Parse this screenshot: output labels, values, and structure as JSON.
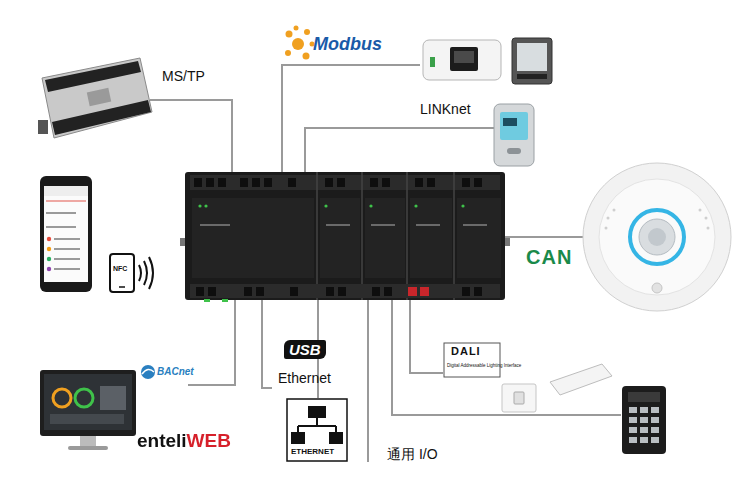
{
  "diagram": {
    "labels": [
      "MS/TP",
      "Modbus",
      "LINKnet",
      "CAN",
      "USB",
      "Ethernet",
      "ETHERNET",
      "BACnet",
      "enteliWEB",
      "DALI",
      "Digital Addressable Lighting Interface",
      "通用 I/O",
      "NFC"
    ]
  }
}
